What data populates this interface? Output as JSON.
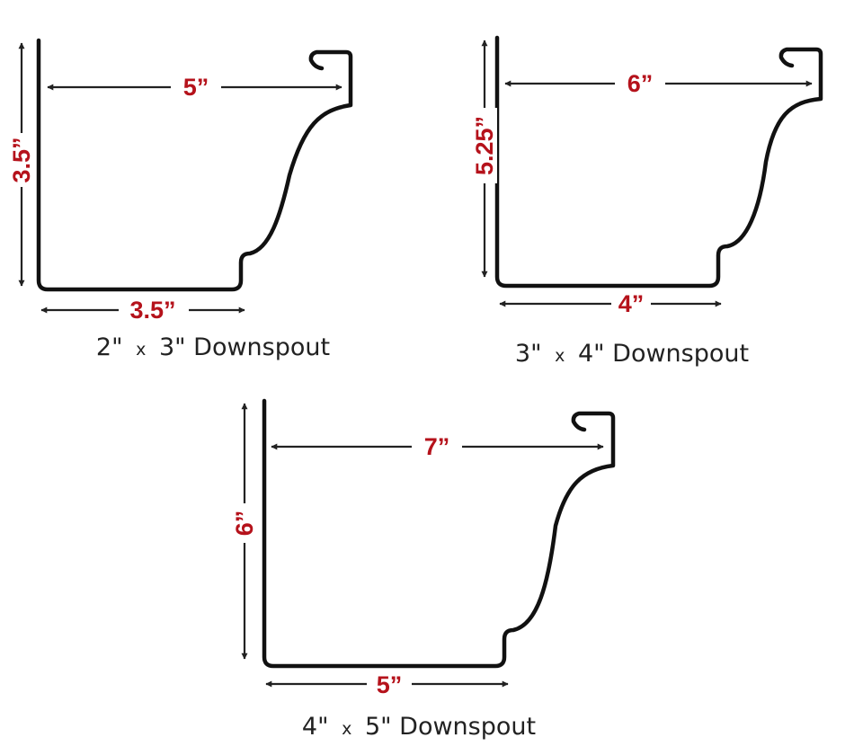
{
  "colors": {
    "dimension_label": "#b5121b",
    "profile_line": "#111111",
    "dimension_line": "#222222",
    "caption": "#222222",
    "background": "#ffffff"
  },
  "gutters": [
    {
      "key": "gutter-2x3",
      "dimensions": {
        "top_width": "5”",
        "height": "3.5”",
        "bottom_width": "3.5”"
      },
      "caption": {
        "first": "2\"",
        "times": "x",
        "second": "3\" Downspout"
      }
    },
    {
      "key": "gutter-3x4",
      "dimensions": {
        "top_width": "6”",
        "height": "5.25”",
        "bottom_width": "4”"
      },
      "caption": {
        "first": "3\"",
        "times": "x",
        "second": "4\" Downspout"
      }
    },
    {
      "key": "gutter-4x5",
      "dimensions": {
        "top_width": "7”",
        "height": "6”",
        "bottom_width": "5”"
      },
      "caption": {
        "first": "4\"",
        "times": "x",
        "second": "5\" Downspout"
      }
    }
  ]
}
